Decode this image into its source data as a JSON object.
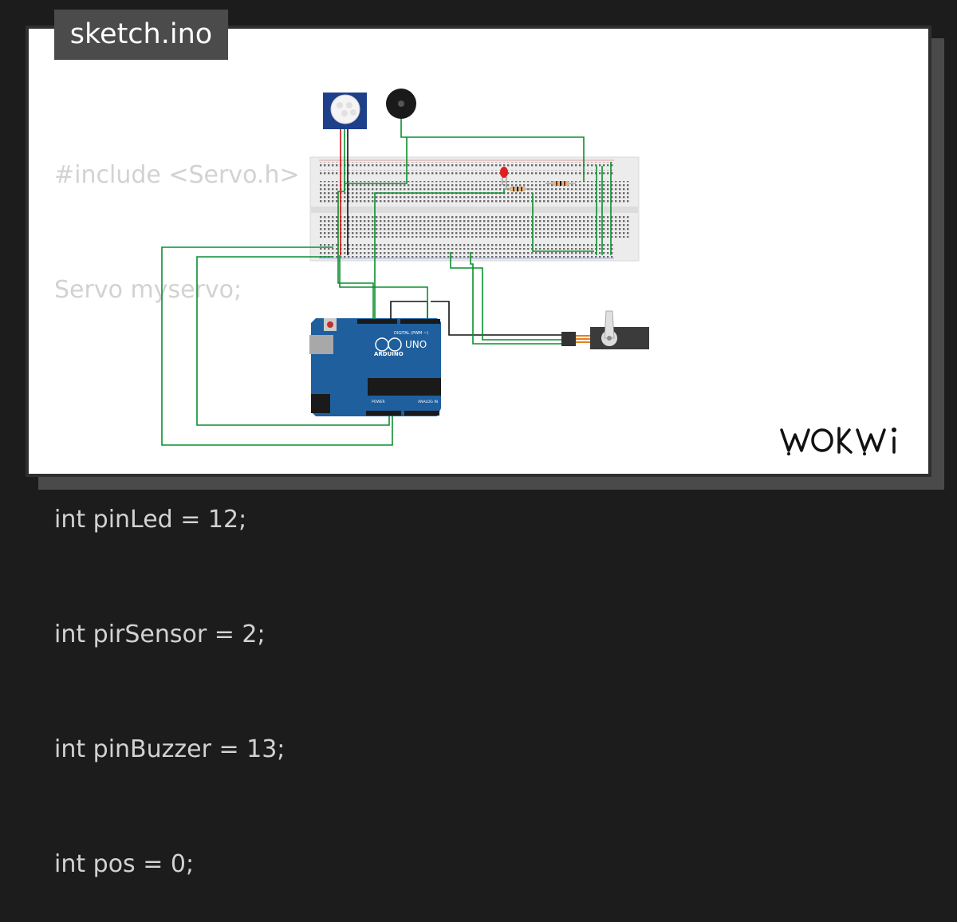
{
  "tab": {
    "filename": "sketch.ino"
  },
  "code": {
    "lines": [
      "#include <Servo.h>",
      "Servo myservo;",
      "",
      "int pinLed = 12;",
      "int pirSensor = 2;",
      "int pinBuzzer = 13;",
      "int pos = 0;"
    ]
  },
  "arduino": {
    "brand": "ARDUINO",
    "model": "UNO",
    "header_digital": "DIGITAL (PWM ~)",
    "header_power": "POWER",
    "header_analog": "ANALOG IN"
  },
  "branding": {
    "logo": "WOKWi"
  },
  "colors": {
    "wire": "#0a8f2f",
    "wire_red": "#d01010",
    "wire_black": "#111111",
    "board": "#1f5f9e",
    "breadboard": "#e8e8e8"
  }
}
